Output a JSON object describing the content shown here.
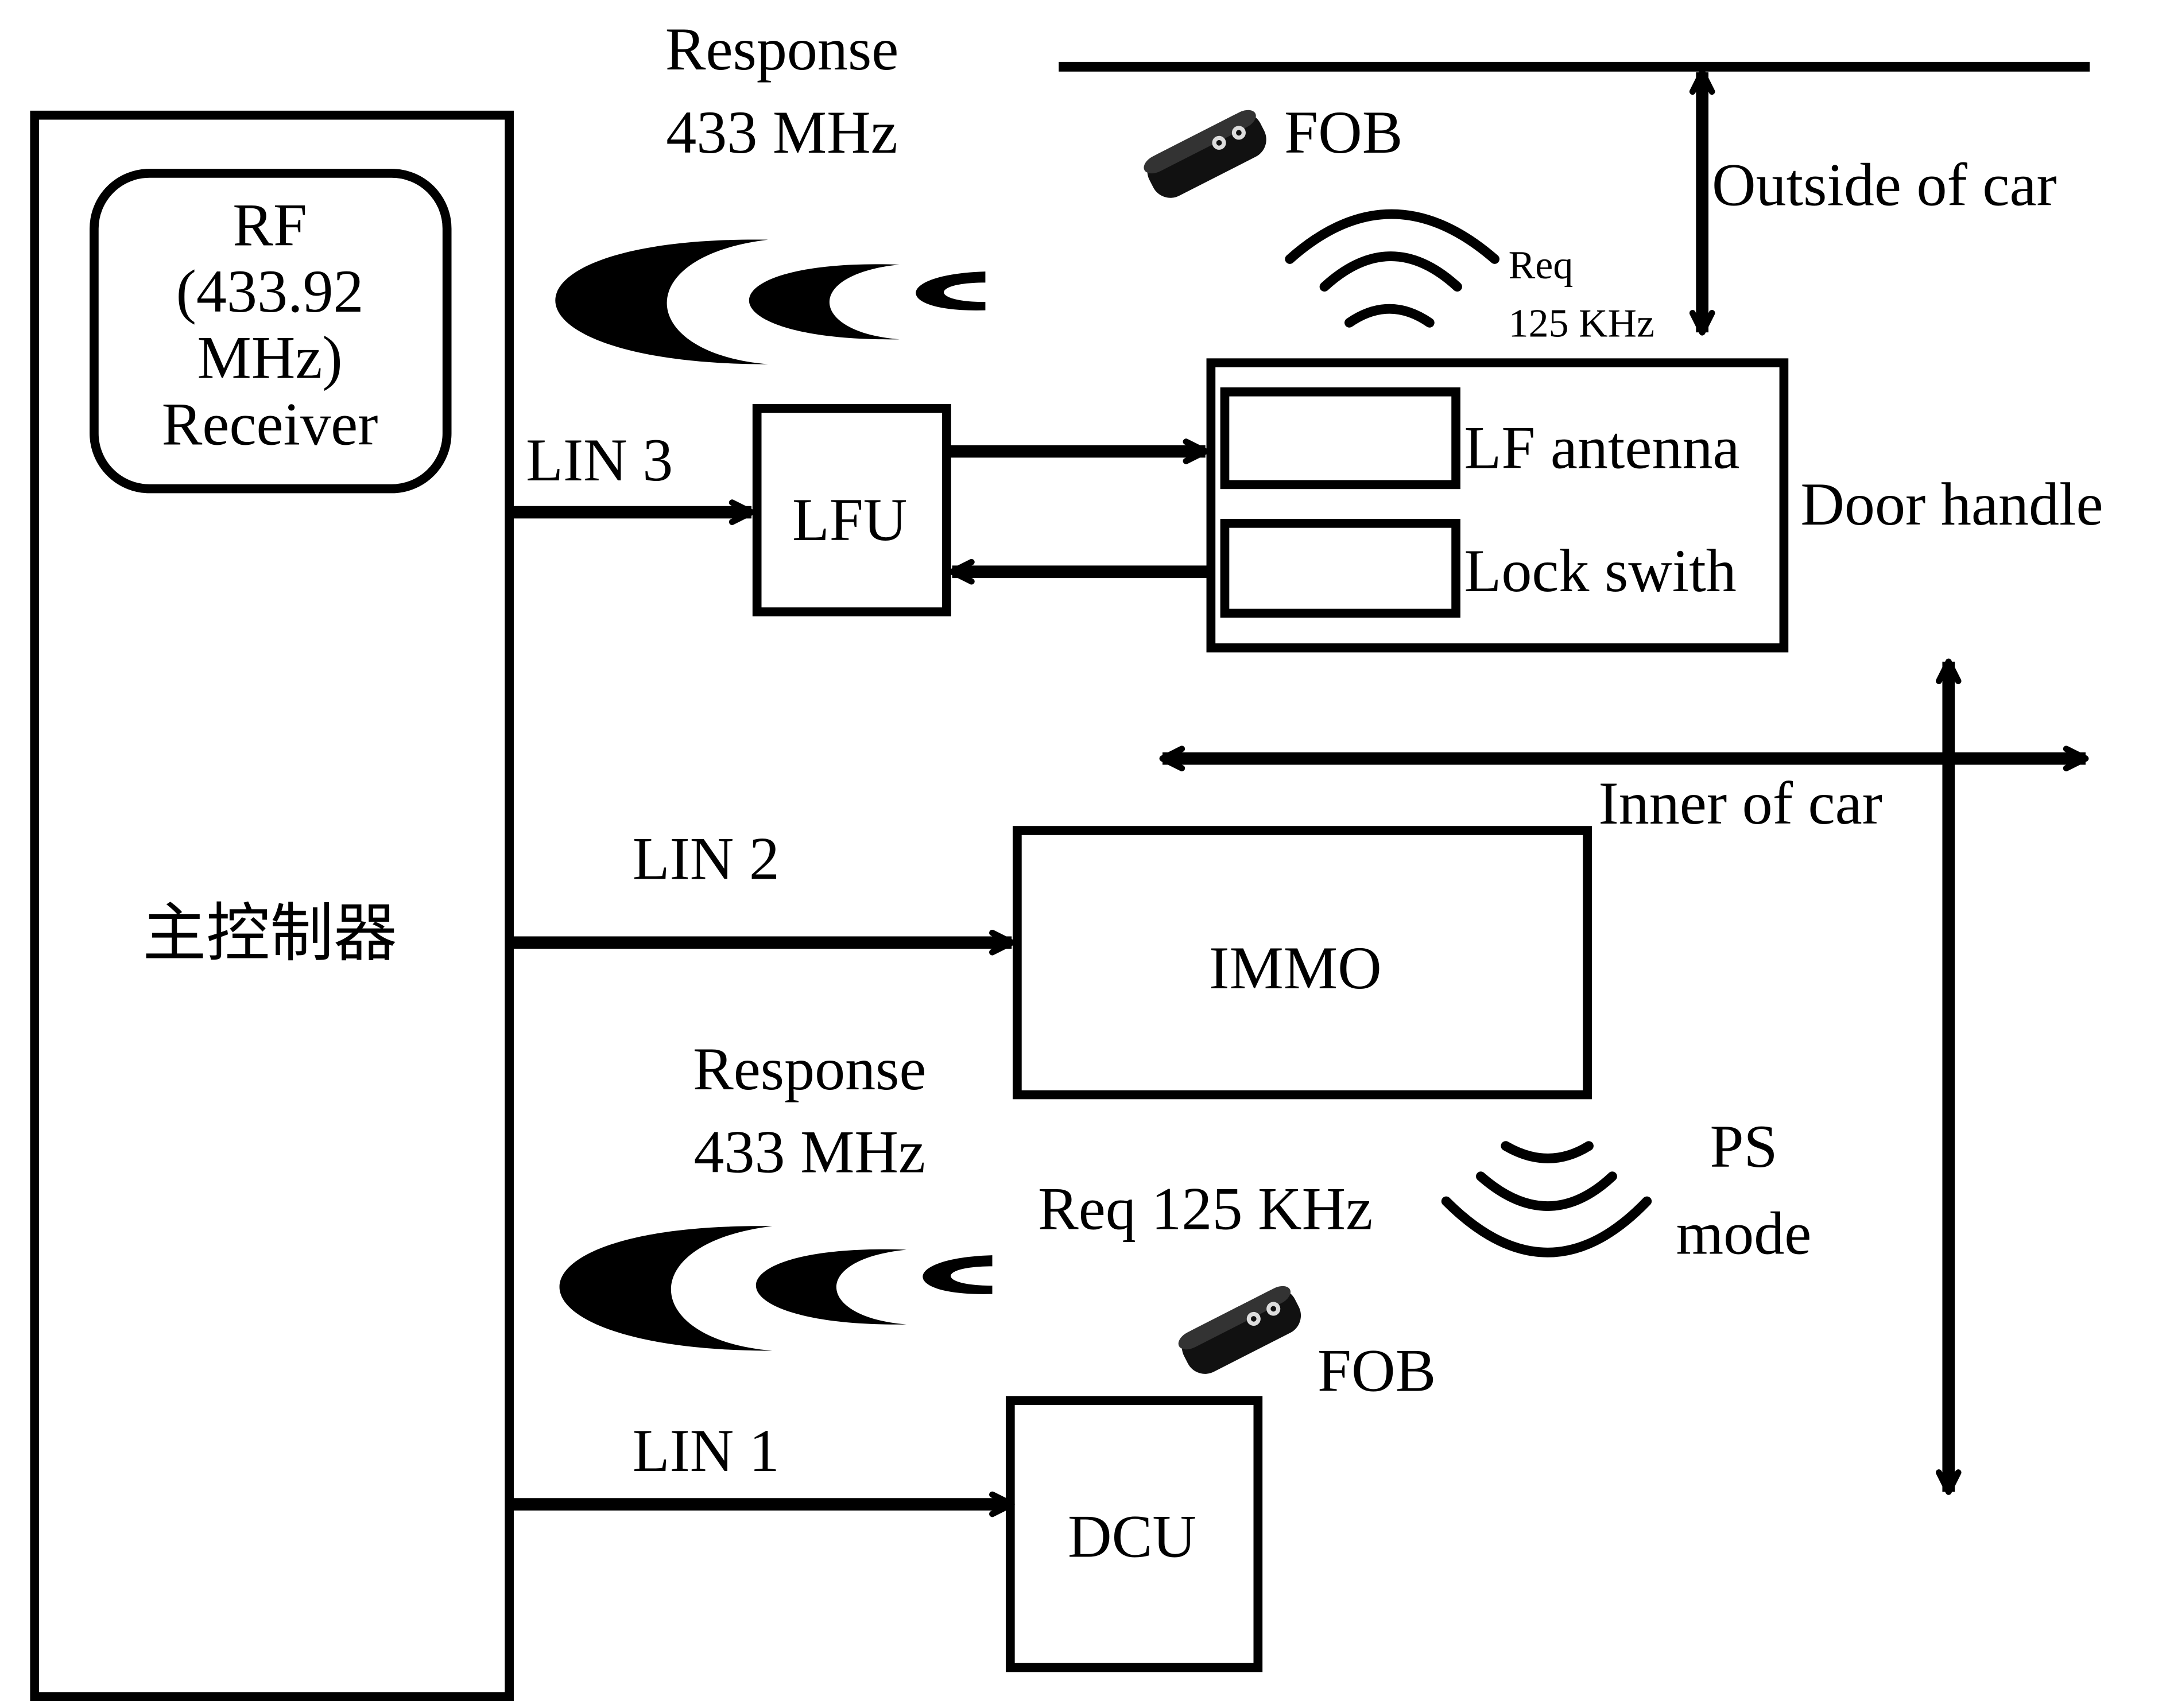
{
  "controller": {
    "rf_line1": "RF",
    "rf_line2": "(433.92",
    "rf_line3": "MHz)",
    "rf_line4": "Receiver",
    "main_label": "主控制器"
  },
  "links": {
    "lin3": "LIN 3",
    "lin2": "LIN 2",
    "lin1": "LIN 1"
  },
  "blocks": {
    "lfu": "LFU",
    "lf_antenna": "LF antenna",
    "lock_switch": "Lock swith",
    "door_handle": "Door handle",
    "immo": "IMMO",
    "dcu": "DCU"
  },
  "signals": {
    "top_response_line1": "Response",
    "top_response_line2": "433 MHz",
    "top_fob": "FOB",
    "top_req_line1": "Req",
    "top_req_line2": "125 KHz",
    "bottom_response_line1": "Response",
    "bottom_response_line2": "433 MHz",
    "bottom_req": "Req 125 KHz",
    "ps_line1": "PS",
    "ps_line2": "mode",
    "bottom_fob": "FOB"
  },
  "zones": {
    "outside": "Outside of car",
    "inner": "Inner of car"
  },
  "icons": {
    "fob": "car-key-fob-icon",
    "wave_rf": "rf-crescent-wave-icon",
    "wave_lf": "lf-signal-arc-icon"
  }
}
